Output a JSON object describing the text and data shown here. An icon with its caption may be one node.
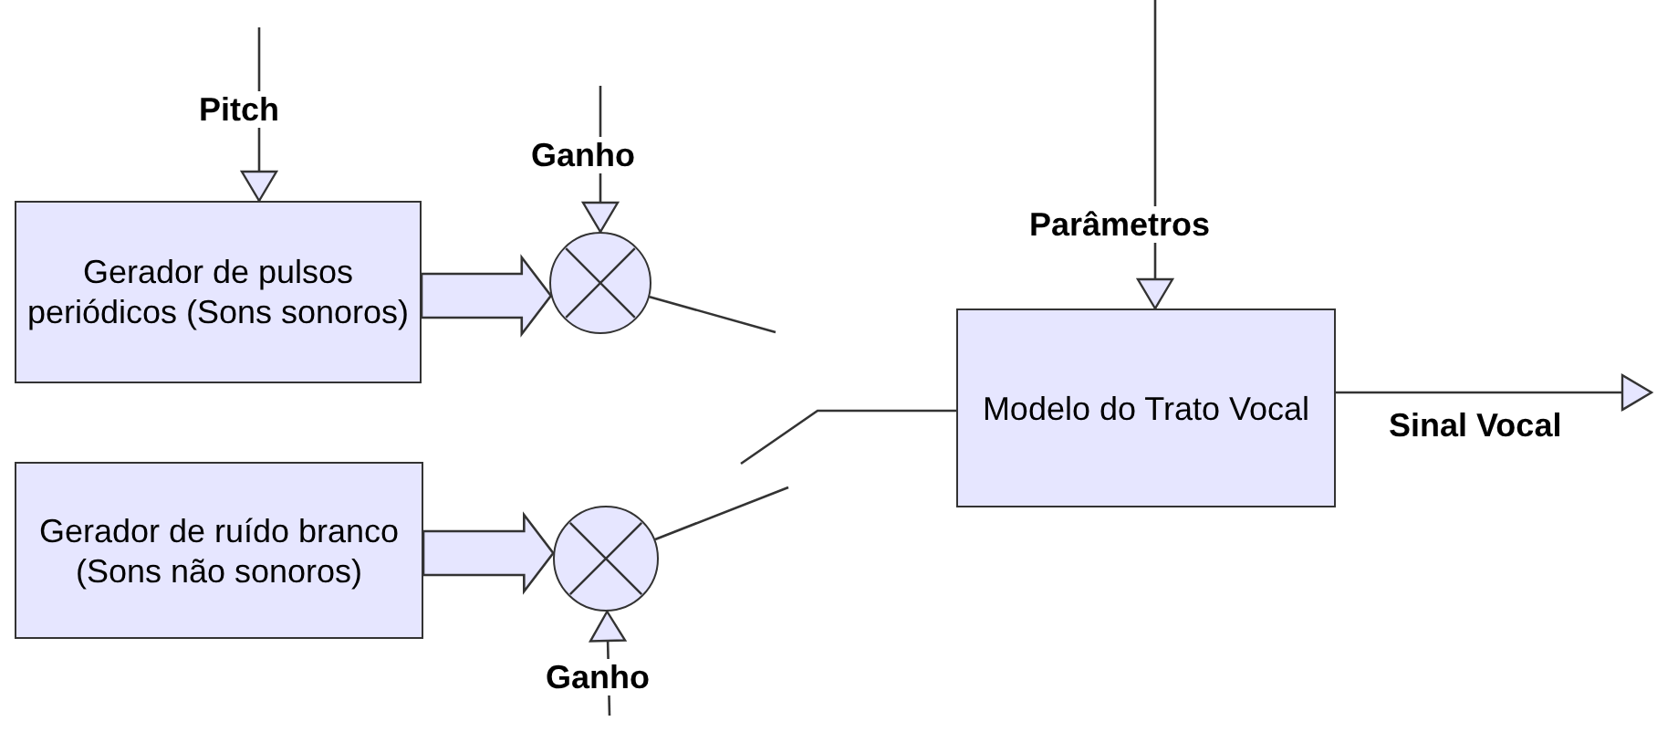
{
  "diagram": {
    "nodes": [
      {
        "text": [
          "Gerador de pulsos periódicos (Sons sonoros)"
        ]
      },
      {
        "text": [
          "Gerador de ruído branco (Sons não sonoros)"
        ]
      },
      {
        "text": [],
        "shape": "circle"
      },
      {
        "text": [],
        "shape": "circle"
      },
      {
        "text": [
          "Modelo do Trato Vocal"
        ]
      }
    ],
    "edges": [
      {
        "from": null,
        "to": 0,
        "arrow": "to",
        "label": "Pitch"
      },
      {
        "from": null,
        "to": 2,
        "arrow": "to",
        "label": "Ganho"
      },
      {
        "from": 0,
        "to": 2,
        "arrow": "to",
        "style": "thick"
      },
      {
        "from": null,
        "to": 3,
        "arrow": "to",
        "label": "Ganho"
      },
      {
        "from": 1,
        "to": 3,
        "arrow": "to",
        "style": "thick"
      },
      {
        "from": 2,
        "to": null,
        "arrow": "none"
      },
      {
        "from": 3,
        "to": null,
        "arrow": "none"
      },
      {
        "from": null,
        "to": 4,
        "arrow": "none"
      },
      {
        "from": null,
        "to": 4,
        "arrow": "to",
        "label": "Parâmetros"
      },
      {
        "from": 4,
        "to": null,
        "arrow": "to",
        "label": "Sinal Vocal"
      }
    ]
  }
}
